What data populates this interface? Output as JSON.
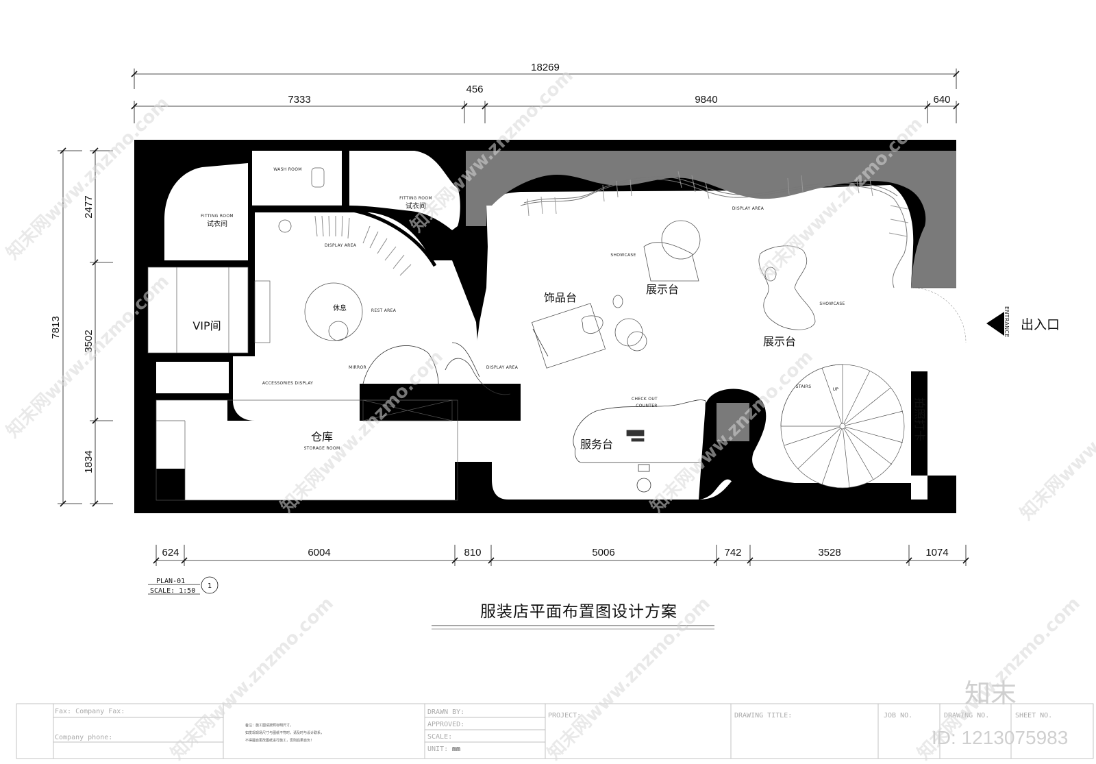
{
  "dimensions": {
    "top_total": "18269",
    "top_segments": [
      "7333",
      "456",
      "9840",
      "640"
    ],
    "left_total": "7813",
    "left_segments": [
      "2477",
      "3502",
      "1834"
    ],
    "bottom_segments": [
      "624",
      "6004",
      "810",
      "5006",
      "742",
      "3528",
      "1074"
    ]
  },
  "rooms": {
    "wash_room": "WASH ROOM",
    "fitting_room_left_en": "FITTING ROOM",
    "fitting_room_left_cn": "试衣间",
    "fitting_room_right_en": "FITTING ROOM",
    "fitting_room_right_cn": "试衣间",
    "vip": "VIP间",
    "display_area_1": "DISPLAY AREA",
    "display_area_2": "DISPLAY AREA",
    "display_area_3": "DISPLAY AREA",
    "rest_cn": "休息",
    "rest_en": "REST  AREA",
    "mirror": "MIRROR",
    "accessories": "ACCESSORIES DISPLAY",
    "storage_cn": "仓库",
    "storage_en": "STORAGE ROOM",
    "showcase_1": "SHOWCASE",
    "showcase_2": "SHOWCASE",
    "jewelry_table": "饰品台",
    "display_table_1": "展示台",
    "display_table_2": "展示台",
    "checkout_1": "CHECK OUT",
    "checkout_2": "COUNTER",
    "service_desk": "服务台",
    "stairs": "STAIRS",
    "up": "UP",
    "photo_spot": "拍照打卡",
    "entrance_en": "ENTRANCE",
    "entrance_cn": "出入口"
  },
  "plan_tag": {
    "name": "PLAN-01",
    "scale": "SCALE: 1:50",
    "number": "1"
  },
  "title": "服装店平面布置图设计方案",
  "title_block": {
    "fax": "Fax: Company Fax:",
    "phone": "Company phone:",
    "note_1": "备注：施工图请按照标明尺寸，",
    "note_2": "如发现现场尺寸与图纸不符时，请及时与设计联系，",
    "note_3": "不得擅自更改图纸进行施工，否则后果自负！",
    "drawn_by": "DRAWN BY:",
    "approved": "APPROVED:",
    "scale": "SCALE:",
    "unit": "UNIT:",
    "unit_value": "mm",
    "project": "PROJECT:",
    "drawing_title": "DRAWING TITLE:",
    "job_no": "JOB NO.",
    "drawing_no": "DRAWING NO.",
    "sheet_no": "SHEET NO."
  },
  "watermark": {
    "text": "知末网www.znzmo.com",
    "logo": "知末",
    "id": "ID: 1213075983"
  }
}
